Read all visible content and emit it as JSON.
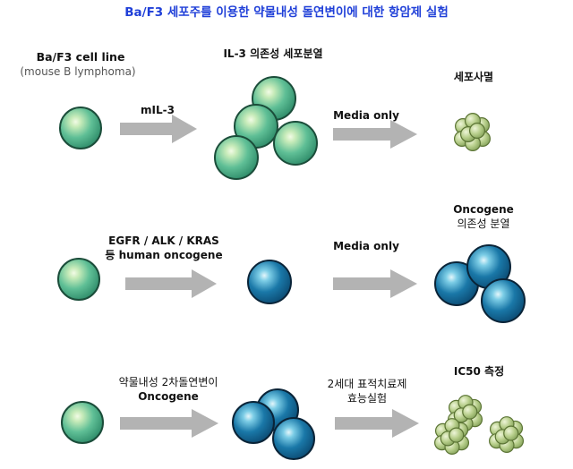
{
  "title": "Ba/F3 세포주를 이용한 약물내성 돌연변이에 대한 항암제 실험",
  "colors": {
    "title": "#1f3fd8",
    "arrow": "#b3b3b3",
    "green_cell": "#5fbf96",
    "blue_cell": "#1a78a8",
    "dead_cell": "#a6c27a"
  },
  "row1": {
    "cell_line": "Ba/F3 cell line",
    "cell_line_note": "(mouse B lymphoma)",
    "arrow1": "mIL-3",
    "stage2": "IL-3 의존성 세포분열",
    "arrow2": "Media only",
    "stage3": "세포사멸"
  },
  "row2": {
    "arrow1_line1": "EGFR / ALK / KRAS",
    "arrow1_line2": "등 human oncogene",
    "arrow2": "Media only",
    "stage3_line1": "Oncogene",
    "stage3_line2": "의존성 분열"
  },
  "row3": {
    "arrow1_line1": "약물내성 2차돌연변이",
    "arrow1_line2": "Oncogene",
    "arrow2_line1": "2세대 표적치료제",
    "arrow2_line2": "효능실험",
    "stage3": "IC50 측정"
  }
}
